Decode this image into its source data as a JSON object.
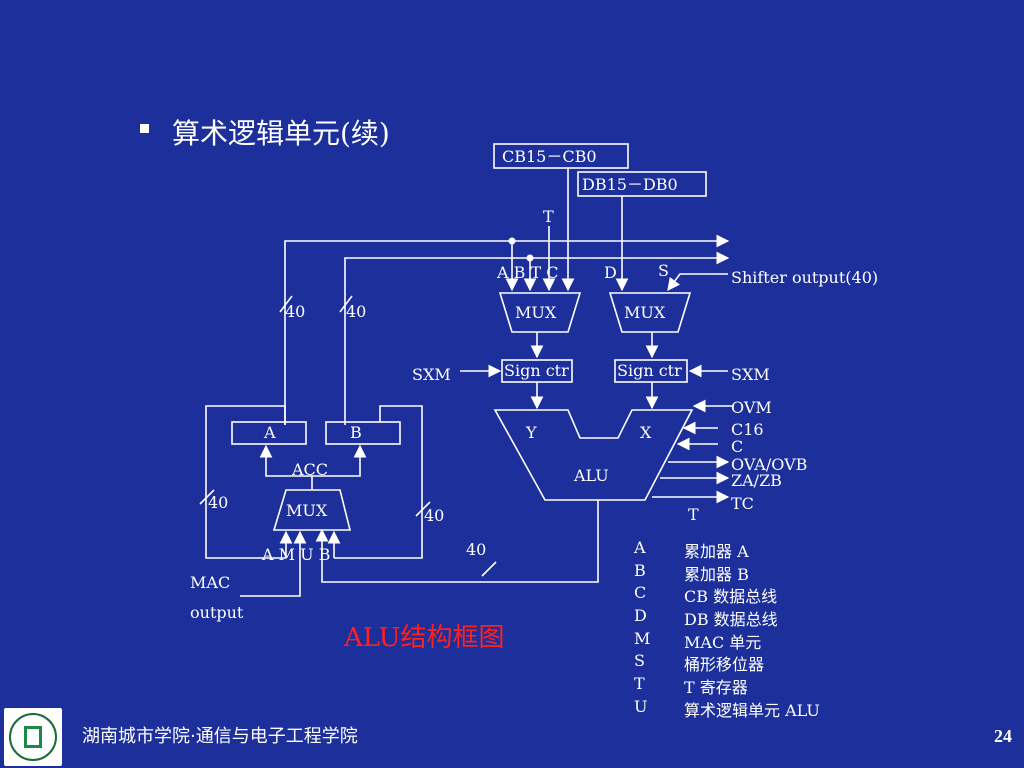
{
  "slide": {
    "bullet_title": "算术逻辑单元(续)",
    "footer": "湖南城市学院·通信与电子工程学院",
    "page_number": "24"
  },
  "diagram": {
    "caption": "ALU结构框图",
    "cb_bus": "CB15－CB0",
    "db_bus": "DB15－DB0",
    "t_top": "T",
    "mux_left_inputs": "A B T C",
    "mux_right_input_d": "D",
    "mux_right_input_s": "S",
    "shifter_output": "Shifter output(40)",
    "mux_label": "MUX",
    "sign_ctr": "Sign ctr",
    "sxm": "SXM",
    "alu": "ALU",
    "alu_y": "Y",
    "alu_x": "X",
    "ovm": "OVM",
    "c16": "C16",
    "c": "C",
    "ova_ovb": "OVA/OVB",
    "za_zb": "ZA/ZB",
    "tc": "TC",
    "t_bottom": "T",
    "width_40": "40",
    "acc_a": "A",
    "acc_b": "B",
    "acc": "ACC",
    "acc_mux_inputs": "A M U B",
    "mac": "MAC",
    "output": "output"
  },
  "legend": [
    {
      "key": "A",
      "desc": "累加器 A"
    },
    {
      "key": "B",
      "desc": "累加器 B"
    },
    {
      "key": "C",
      "desc": "CB 数据总线"
    },
    {
      "key": "D",
      "desc": "DB 数据总线"
    },
    {
      "key": "M",
      "desc": "MAC 单元"
    },
    {
      "key": "S",
      "desc": "桶形移位器"
    },
    {
      "key": "T",
      "desc": "T 寄存器"
    },
    {
      "key": "U",
      "desc": "算术逻辑单元 ALU"
    }
  ],
  "colors": {
    "background": "#1c2f9a",
    "line": "#ffffff",
    "caption": "#ff2020"
  }
}
